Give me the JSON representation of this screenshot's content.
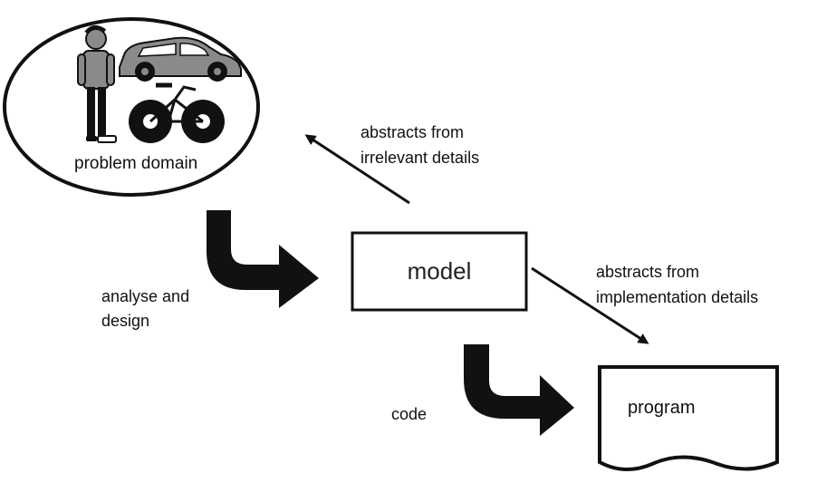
{
  "labels": {
    "problem_domain": "problem domain",
    "model": "model",
    "program": "program",
    "abstracts_irrelevant_line1": "abstracts from",
    "abstracts_irrelevant_line2": "irrelevant details",
    "abstracts_implementation_line1": "abstracts from",
    "abstracts_implementation_line2": "implementation details",
    "analyse_line1": "analyse and",
    "analyse_line2": "design",
    "code": "code"
  },
  "icons": {
    "person": "person-icon",
    "car": "car-icon",
    "bicycle": "bicycle-icon"
  },
  "colors": {
    "ink": "#111111",
    "fill": "#ffffff",
    "gray": "#8a8a8a"
  }
}
